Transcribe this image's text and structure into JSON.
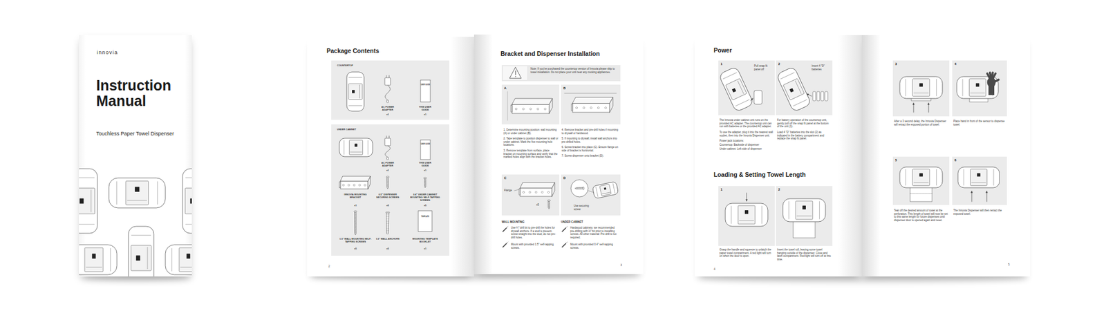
{
  "diagram": {
    "nodes": [
      {
        "text": [
          "innovia",
          "Instruction Manual",
          "Touchless Paper Towel Dispenser"
        ]
      },
      {
        "text": [
          "Package Contents",
          "2"
        ]
      },
      {
        "text": [
          "COUNTERTOP",
          "USER GUIDE",
          "AC POWER ADAPTER",
          "x1",
          "THIS USER GUIDE",
          "x1"
        ],
        "in": 1
      },
      {
        "text": [
          "UNDER CABINET",
          "USER GUIDE",
          "AC POWER ADAPTER",
          "x1",
          "THIS USER GUIDE",
          "x1",
          "INNOVIA MOUNTING BRACKET",
          "x1",
          "0.5\" DISPENSER SECURING SCREWS",
          "x5",
          "0.4\" UNDER CABINET MOUNTING SELF-TAPPING SCREWS",
          "x5",
          "1.5\" WALL MOUNTING SELF-TAPPING SCREWS",
          "x5",
          "1.5\" WALL ANCHORS",
          "x5",
          "TEMPLATE",
          "MOUNTING TEMPLATE BOOKLET",
          "x1"
        ],
        "in": 1
      },
      {
        "text": [
          "Bracket and Dispenser Installation",
          "1. Determine mounting position: wall mounting (A) or under cabinet (B).",
          "2. Tape template to position dispenser to wall or under cabinet. Mark the five mounting hole locations.",
          "3. Remove template from surface, place bracket on mounting surface and verify that the marked holes align with the bracket holes.",
          "4. Remove bracket and pre-drill holes if mounting to drywall or hardwood.",
          "5. If mounting to drywall, install wall anchors into pre-drilled holes.",
          "6. Screw bracket into place (C). Ensure flange on side of bracket is horizontal.",
          "7. Screw dispenser onto bracket (D).",
          "WALL MOUNTING",
          "Use ¼\" drill bit to pre-drill the holes for drywall anchors. If a stud is present, screw straight into the stud, do not pre-drill holes.",
          "Mount with provided 1.5\" self-tapping screws.",
          "UNDER CABINET",
          "Hardwood cabinets: we recommended pre-drilling with ⅛\" bit prior to installing screws. All other material: Pre-drill is not required.",
          "Mount with provided 0.4\" self-tapping screws.",
          "3"
        ]
      },
      {
        "text": [
          "Note: If you've purchased the countertop version of Innovia please skip to towel installation. Do not place your unit near any cooking appliances."
        ],
        "in": 4
      },
      {
        "text": [
          "A"
        ],
        "in": 4
      },
      {
        "text": [
          "B"
        ],
        "in": 4
      },
      {
        "text": [
          "C",
          "Flange",
          "x5"
        ],
        "in": 4
      },
      {
        "text": [
          "D",
          "Use securing screw"
        ],
        "in": 4
      },
      {
        "text": [
          "Power",
          "The Innovia under cabinet unit runs on the provided AC adapter. The countertop unit can run with batteries or the provided AC adapter.",
          "To use the adapter, plug it into the nearest wall socket, then into the Innovia Dispenser unit.",
          "Power jack locations:",
          "Countertop: Backside of dispenser",
          "Under cabinet: Left side of dispenser",
          "For battery operation of the countertop unit, gently pull off the snap fit panel at the bottom of the unit (1).",
          "Load 4 \"D\" batteries into the slot (2) as indicated in the battery compartment and replace the snap fit panel.",
          "Loading & Setting Towel Length",
          "Grasp the handle and squeeze to unlatch the paper towel compartment. A red light will turn on when the door is open.",
          "Insert the towel roll, leaving some towel hanging outside of the dispenser. Close and latch compartment. Red light will turn off at this time.",
          "4"
        ]
      },
      {
        "text": [
          "1",
          "Pull snap fit panel off"
        ],
        "in": 10
      },
      {
        "text": [
          "2",
          "Insert 4 \"D\" batteries"
        ],
        "in": 10
      },
      {
        "text": [
          "1"
        ],
        "in": 10
      },
      {
        "text": [
          "2"
        ],
        "in": 10
      },
      {
        "text": [
          "After a 3 second delay, the Innovia Dispenser will retract the exposed portion of towel.",
          "Place hand in front of the sensor to dispense towel.",
          "Tear off the desired amount of towel at the perforation. This length of towel will now be set to this same length for future dispenses until dispenser door is opened again and reset.",
          "The Innovia Dispenser will then retract the exposed towel.",
          "5"
        ]
      },
      {
        "text": [
          "3"
        ],
        "in": 15
      },
      {
        "text": [
          "4"
        ],
        "in": 15
      },
      {
        "text": [
          "5"
        ],
        "in": 15
      },
      {
        "text": [
          "6"
        ],
        "in": 15
      }
    ]
  }
}
